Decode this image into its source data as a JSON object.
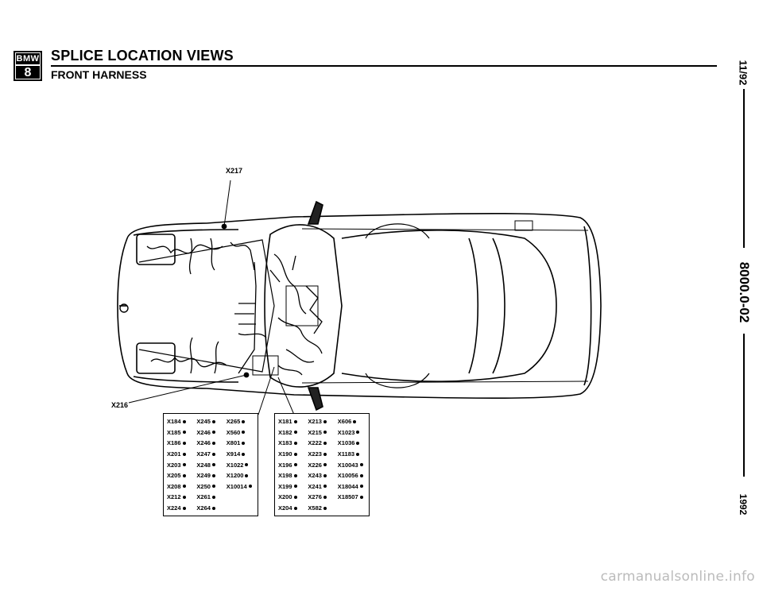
{
  "header": {
    "logo_top": "BMW",
    "logo_bottom": "8",
    "title": "SPLICE LOCATION VIEWS",
    "subtitle": "FRONT HARNESS"
  },
  "side": {
    "date": "11/92",
    "doc_number": "8000.0-02",
    "year": "1992"
  },
  "diagram": {
    "callouts": {
      "top": "X217",
      "left": "X216"
    },
    "table_left": [
      [
        "X184",
        "X245",
        "X265"
      ],
      [
        "X185",
        "X246",
        "X560"
      ],
      [
        "X186",
        "X246",
        "X801"
      ],
      [
        "X201",
        "X247",
        "X914"
      ],
      [
        "X203",
        "X248",
        "X1022"
      ],
      [
        "X205",
        "X249",
        "X1200"
      ],
      [
        "X208",
        "X250",
        "X10014"
      ],
      [
        "X212",
        "X261",
        ""
      ],
      [
        "X224",
        "X264",
        ""
      ]
    ],
    "table_right": [
      [
        "X181",
        "X213",
        "X606"
      ],
      [
        "X182",
        "X215",
        "X1023"
      ],
      [
        "X183",
        "X222",
        "X1036"
      ],
      [
        "X190",
        "X223",
        "X1183"
      ],
      [
        "X196",
        "X226",
        "X10043"
      ],
      [
        "X198",
        "X243",
        "X10056"
      ],
      [
        "X199",
        "X241",
        "X18044"
      ],
      [
        "X200",
        "X276",
        "X18507"
      ],
      [
        "X204",
        "X582",
        ""
      ]
    ]
  },
  "footer": {
    "watermark": "carmanualsonline.info"
  }
}
